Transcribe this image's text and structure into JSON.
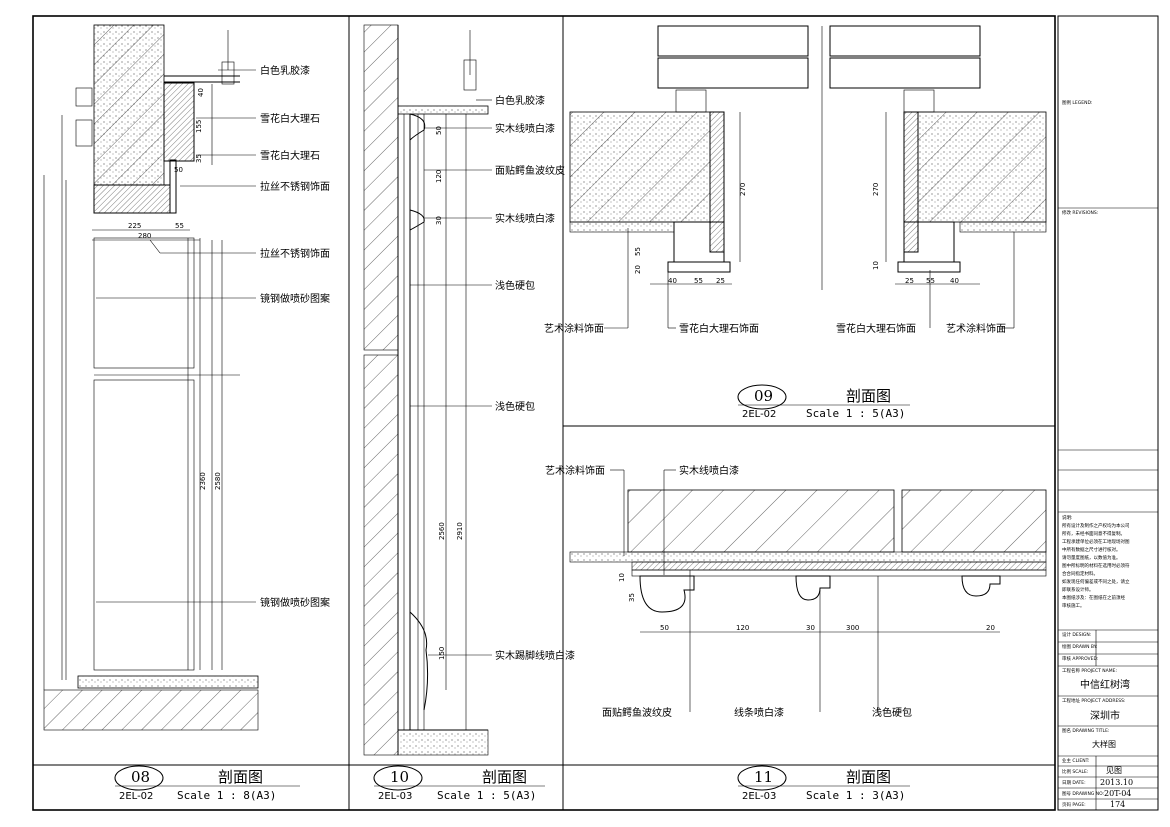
{
  "panels": {
    "p08": {
      "number": "08",
      "ref": "2EL-02",
      "title": "剖面图",
      "scale": "Scale 1 : 8(A3)",
      "labels": [
        "白色乳胶漆",
        "雪花白大理石",
        "雪花白大理石",
        "拉丝不锈钢饰面",
        "拉丝不锈钢饰面",
        "镜钢做喷砂图案",
        "镜钢做喷砂图案"
      ],
      "dims": [
        "40",
        "155",
        "35",
        "50",
        "225",
        "55",
        "280",
        "2360",
        "2580"
      ]
    },
    "p10": {
      "number": "10",
      "ref": "2EL-03",
      "title": "剖面图",
      "scale": "Scale 1 : 5(A3)",
      "labels": [
        "白色乳胶漆",
        "实木线喷白漆",
        "面贴鳄鱼波纹皮",
        "实木线喷白漆",
        "浅色硬包",
        "浅色硬包",
        "实木踢脚线喷白漆"
      ],
      "dims": [
        "50",
        "120",
        "30",
        "2560",
        "2910",
        "150"
      ]
    },
    "p09": {
      "number": "09",
      "ref": "2EL-02",
      "title": "剖面图",
      "scale": "Scale 1 : 5(A3)",
      "labels": [
        "艺术涂料饰面",
        "雪花白大理石饰面",
        "雪花白大理石饰面",
        "艺术涂料饰面"
      ],
      "dims": [
        "270",
        "270",
        "55",
        "20",
        "40",
        "55",
        "25",
        "25",
        "55",
        "40",
        "10"
      ]
    },
    "p11": {
      "number": "11",
      "ref": "2EL-03",
      "title": "剖面图",
      "scale": "Scale 1 : 3(A3)",
      "labels": [
        "艺术涂料饰面",
        "实木线喷白漆",
        "面贴鳄鱼波纹皮",
        "线条喷白漆",
        "浅色硬包"
      ],
      "dims": [
        "10",
        "35",
        "50",
        "120",
        "30",
        "300",
        "20"
      ]
    }
  },
  "title_block": {
    "legend": "图例 LEGEND:",
    "revisions": "修改 REVISIONS:",
    "notes_head": "说明:",
    "notes": [
      "所有设计及制作之产权均为本公司",
      "所有，未经书面同意不得复制。",
      "工程承建单位必须在工地现场对图",
      "中所有数据之尺寸进行核对。",
      "请勿量度图纸，以数值为准。",
      "图中所标明的材料在选用时必须符",
      "合合同指定材料。",
      "如发现任何偏差或不同之处，请立",
      "即联系设计师。",
      "本图纸涉及：在图纸在之前须经",
      "审核施工。"
    ],
    "rows": [
      {
        "label": "设计 DESIGN:",
        "value": ""
      },
      {
        "label": "绘图 DRAWN BY:",
        "value": ""
      },
      {
        "label": "审核 APPROVED:",
        "value": ""
      },
      {
        "label": "工程名称 PROJECT NAME:",
        "value": "中信红树湾"
      },
      {
        "label": "工程地址 PROJECT ADDRESS:",
        "value": "深圳市"
      },
      {
        "label": "图名 DRAWING TITLE:",
        "value": "大样图"
      },
      {
        "label": "业主 CLIENT:",
        "value": ""
      },
      {
        "label": "比例 SCALE:",
        "value": "见图"
      },
      {
        "label": "日期 DATE:",
        "value": "2013.10"
      },
      {
        "label": "图号 DRAWING NO:",
        "value": "20T-04"
      },
      {
        "label": "页码 PAGE:",
        "value": "174"
      }
    ]
  }
}
